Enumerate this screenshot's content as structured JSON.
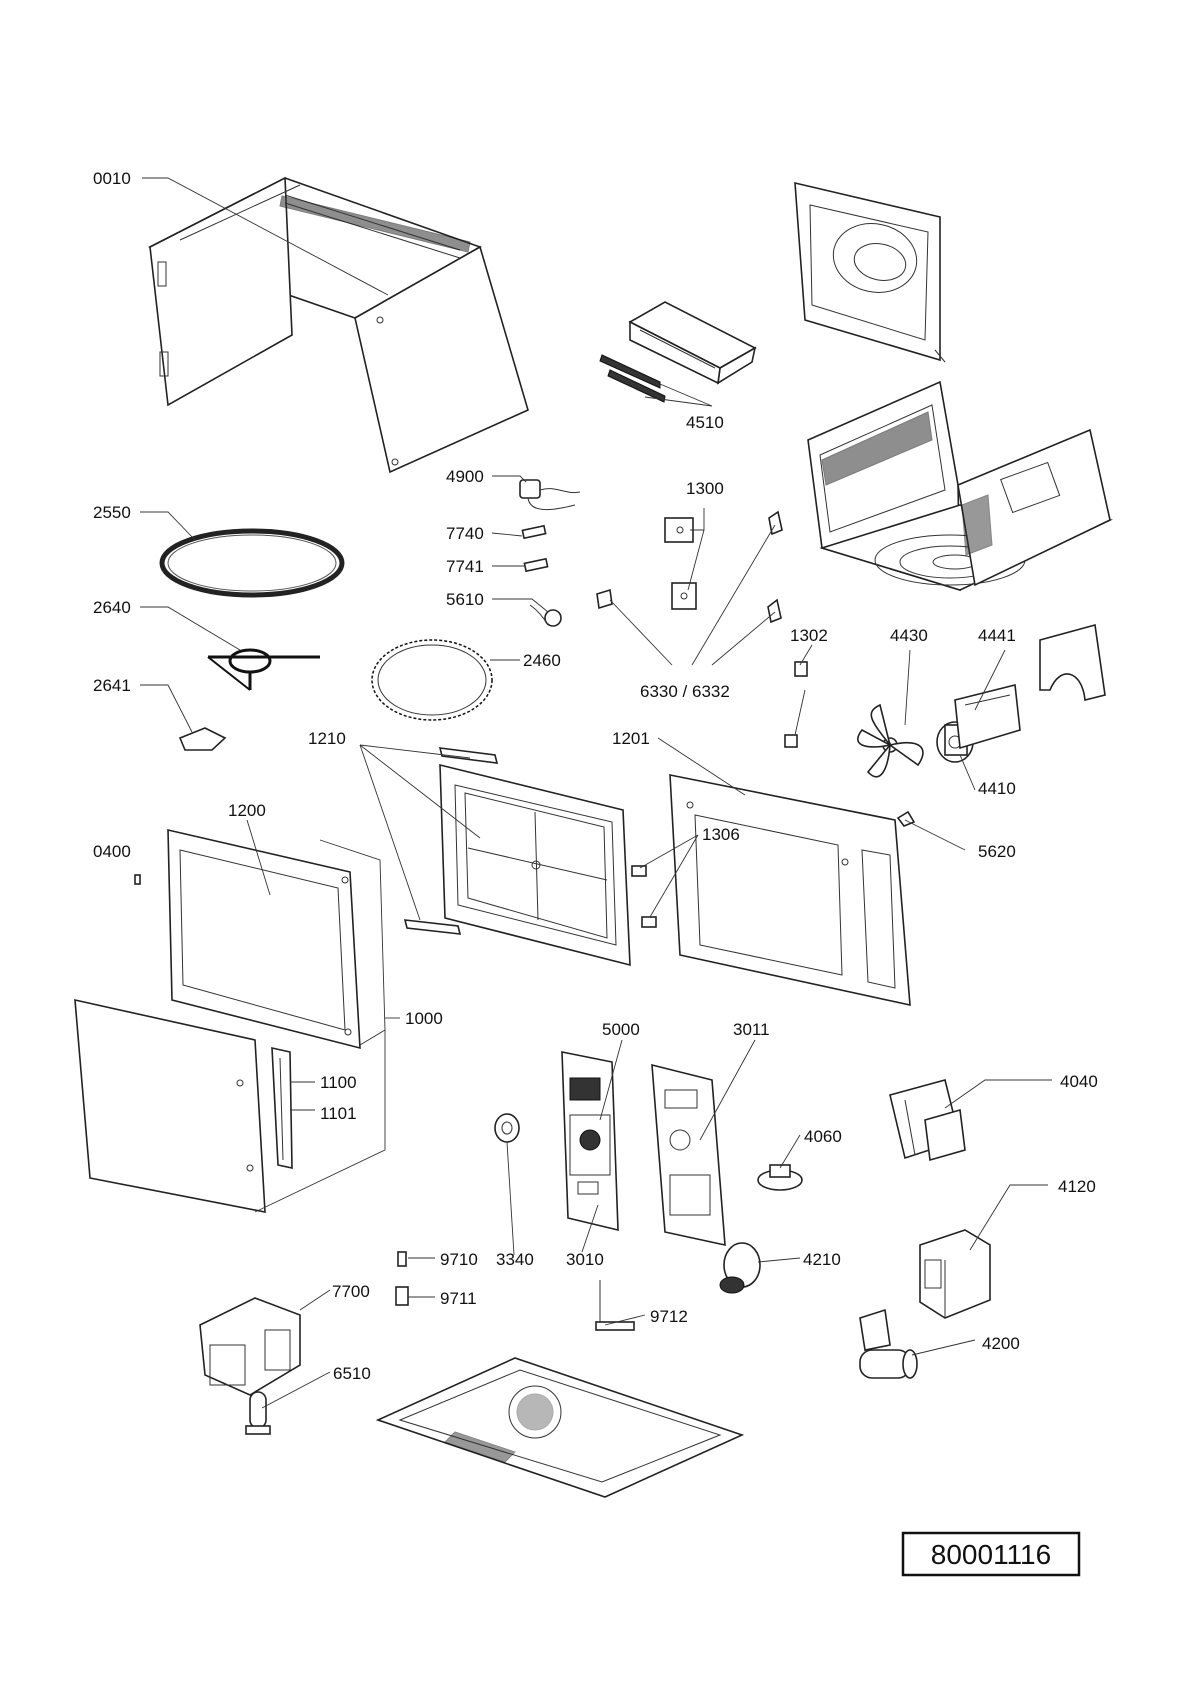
{
  "drawing_number": "80001116",
  "labels": {
    "p0010": "0010",
    "p4510": "4510",
    "p4900": "4900",
    "p7740": "7740",
    "p7741": "7741",
    "p5610": "5610",
    "p1300": "1300",
    "p2550": "2550",
    "p2640": "2640",
    "p2641": "2641",
    "p2460": "2460",
    "p6330": "6330 / 6332",
    "p1302": "1302",
    "p4430": "4430",
    "p4441": "4441",
    "p4410": "4410",
    "p1210": "1210",
    "p1201": "1201",
    "p1200": "1200",
    "p0400": "0400",
    "p1306": "1306",
    "p5620": "5620",
    "p1000": "1000",
    "p1100": "1100",
    "p1101": "1101",
    "p5000": "5000",
    "p3011": "3011",
    "p4040": "4040",
    "p4060": "4060",
    "p4120": "4120",
    "p9710": "9710",
    "p3340": "3340",
    "p3010": "3010",
    "p4210": "4210",
    "p7700": "7700",
    "p9711": "9711",
    "p9712": "9712",
    "p4200": "4200",
    "p6510": "6510"
  }
}
